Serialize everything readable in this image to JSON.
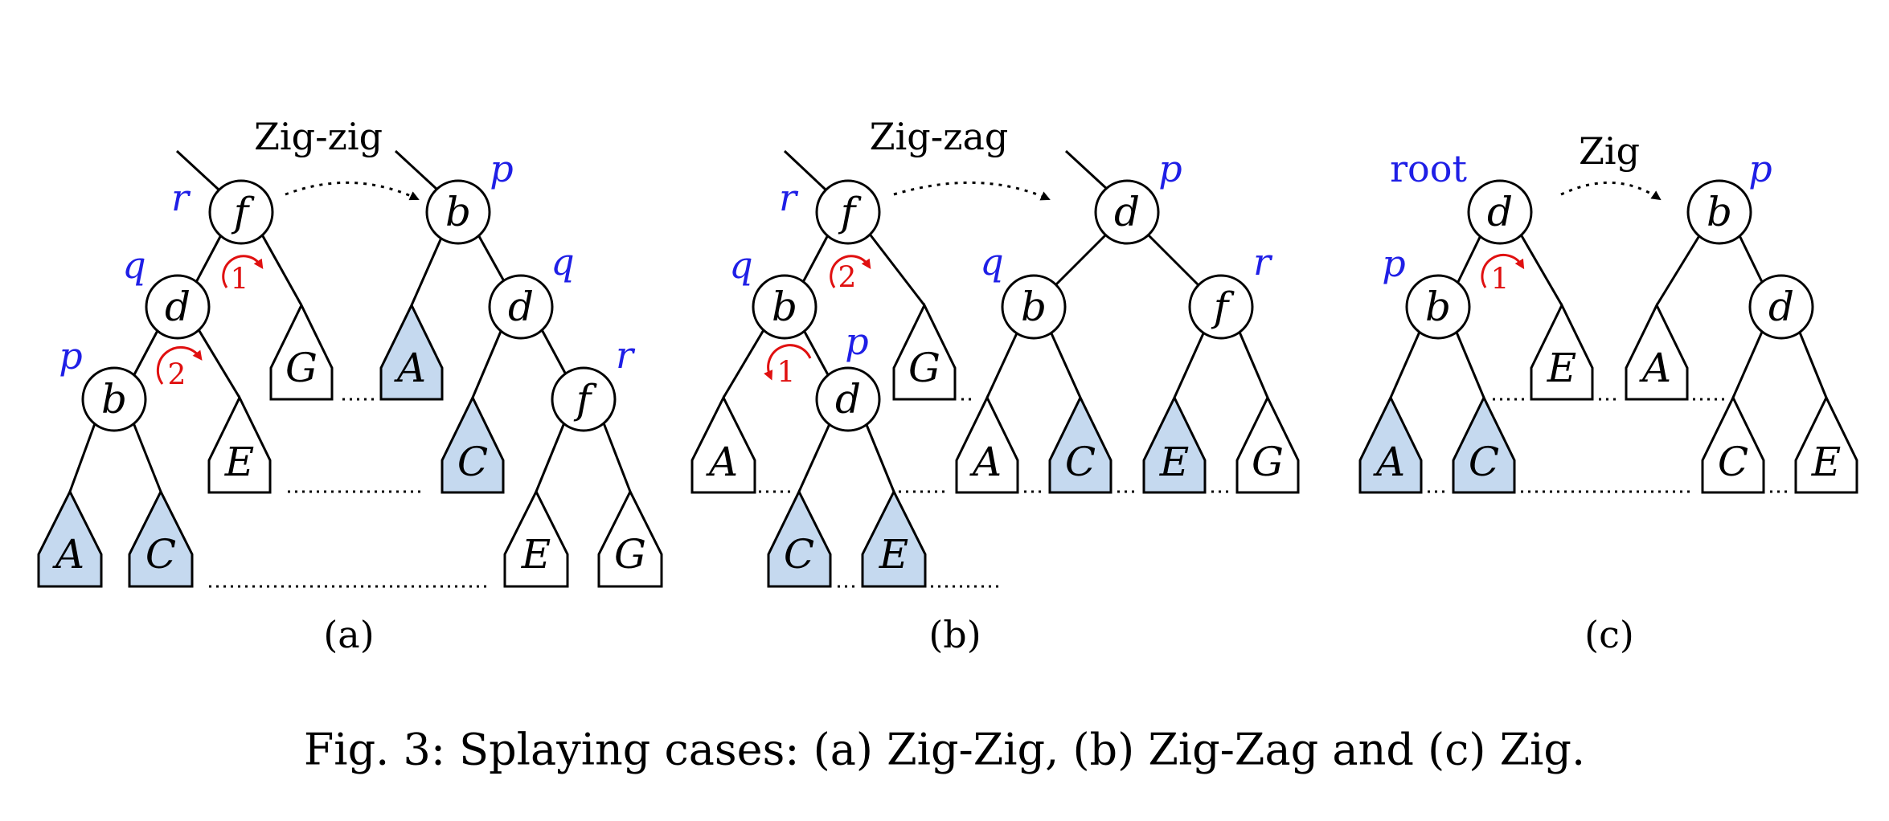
{
  "caption": "Fig. 3: Splaying cases: (a) Zig-Zig, (b) Zig-Zag and (c) Zig.",
  "colors": {
    "node_label": "#1f1fe6",
    "rotation": "#e01010",
    "highlight": "#c5d9ef",
    "plain": "#ffffff"
  },
  "panels": [
    {
      "label": "(a)",
      "step": "Zig-zig",
      "before": {
        "nodes": [
          {
            "key": "f",
            "tag": "r"
          },
          {
            "key": "d",
            "tag": "q"
          },
          {
            "key": "b",
            "tag": "p"
          }
        ],
        "subtrees": [
          {
            "name": "A",
            "highlighted": true
          },
          {
            "name": "C",
            "highlighted": true
          },
          {
            "name": "E",
            "highlighted": false
          },
          {
            "name": "G",
            "highlighted": false
          }
        ],
        "rotations": [
          "1",
          "2"
        ]
      },
      "after": {
        "nodes": [
          {
            "key": "b",
            "tag": "p"
          },
          {
            "key": "d",
            "tag": "q"
          },
          {
            "key": "f",
            "tag": "r"
          }
        ],
        "subtrees": [
          {
            "name": "A",
            "highlighted": true
          },
          {
            "name": "C",
            "highlighted": true
          },
          {
            "name": "E",
            "highlighted": false
          },
          {
            "name": "G",
            "highlighted": false
          }
        ]
      }
    },
    {
      "label": "(b)",
      "step": "Zig-zag",
      "before": {
        "nodes": [
          {
            "key": "f",
            "tag": "r"
          },
          {
            "key": "b",
            "tag": "q"
          },
          {
            "key": "d",
            "tag": "p"
          }
        ],
        "subtrees": [
          {
            "name": "A",
            "highlighted": false
          },
          {
            "name": "C",
            "highlighted": true
          },
          {
            "name": "E",
            "highlighted": true
          },
          {
            "name": "G",
            "highlighted": false
          }
        ],
        "rotations": [
          "1",
          "2"
        ]
      },
      "after": {
        "nodes": [
          {
            "key": "d",
            "tag": "p"
          },
          {
            "key": "b",
            "tag": "q"
          },
          {
            "key": "f",
            "tag": "r"
          }
        ],
        "subtrees": [
          {
            "name": "A",
            "highlighted": false
          },
          {
            "name": "C",
            "highlighted": true
          },
          {
            "name": "E",
            "highlighted": true
          },
          {
            "name": "G",
            "highlighted": false
          }
        ]
      }
    },
    {
      "label": "(c)",
      "step": "Zig",
      "before": {
        "nodes": [
          {
            "key": "d",
            "tag": "root"
          },
          {
            "key": "b",
            "tag": "p"
          }
        ],
        "subtrees": [
          {
            "name": "A",
            "highlighted": true
          },
          {
            "name": "C",
            "highlighted": true
          },
          {
            "name": "E",
            "highlighted": false
          }
        ],
        "rotations": [
          "1"
        ]
      },
      "after": {
        "nodes": [
          {
            "key": "b",
            "tag": "p"
          },
          {
            "key": "d",
            "tag": ""
          }
        ],
        "subtrees": [
          {
            "name": "A",
            "highlighted": false
          },
          {
            "name": "C",
            "highlighted": false
          },
          {
            "name": "E",
            "highlighted": false
          }
        ]
      }
    }
  ]
}
